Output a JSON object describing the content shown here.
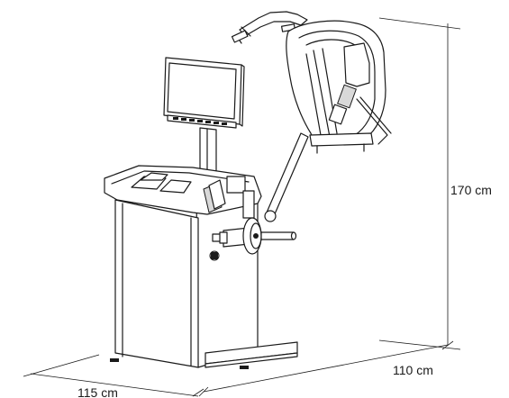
{
  "dimensions": {
    "height_label": "170 cm",
    "depth_label": "110 cm",
    "width_label": "115 cm"
  }
}
